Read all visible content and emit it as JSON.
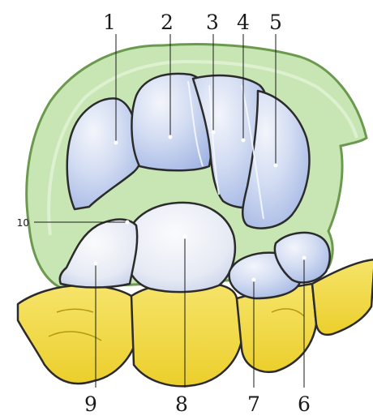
{
  "labels": {
    "l1": "1",
    "l2": "2",
    "l3": "3",
    "l4": "4",
    "l5": "5",
    "l6": "6",
    "l7": "7",
    "l8": "8",
    "l9": "9",
    "l10": "10"
  },
  "colors": {
    "capsule_fill": "#c8e6b4",
    "capsule_stroke": "#6b9a4f",
    "cartilage": "#b3c4ec",
    "cartilage_light": "#e9edf8",
    "bone_yellow": "#f2db47",
    "outline": "#2b2b2b"
  }
}
